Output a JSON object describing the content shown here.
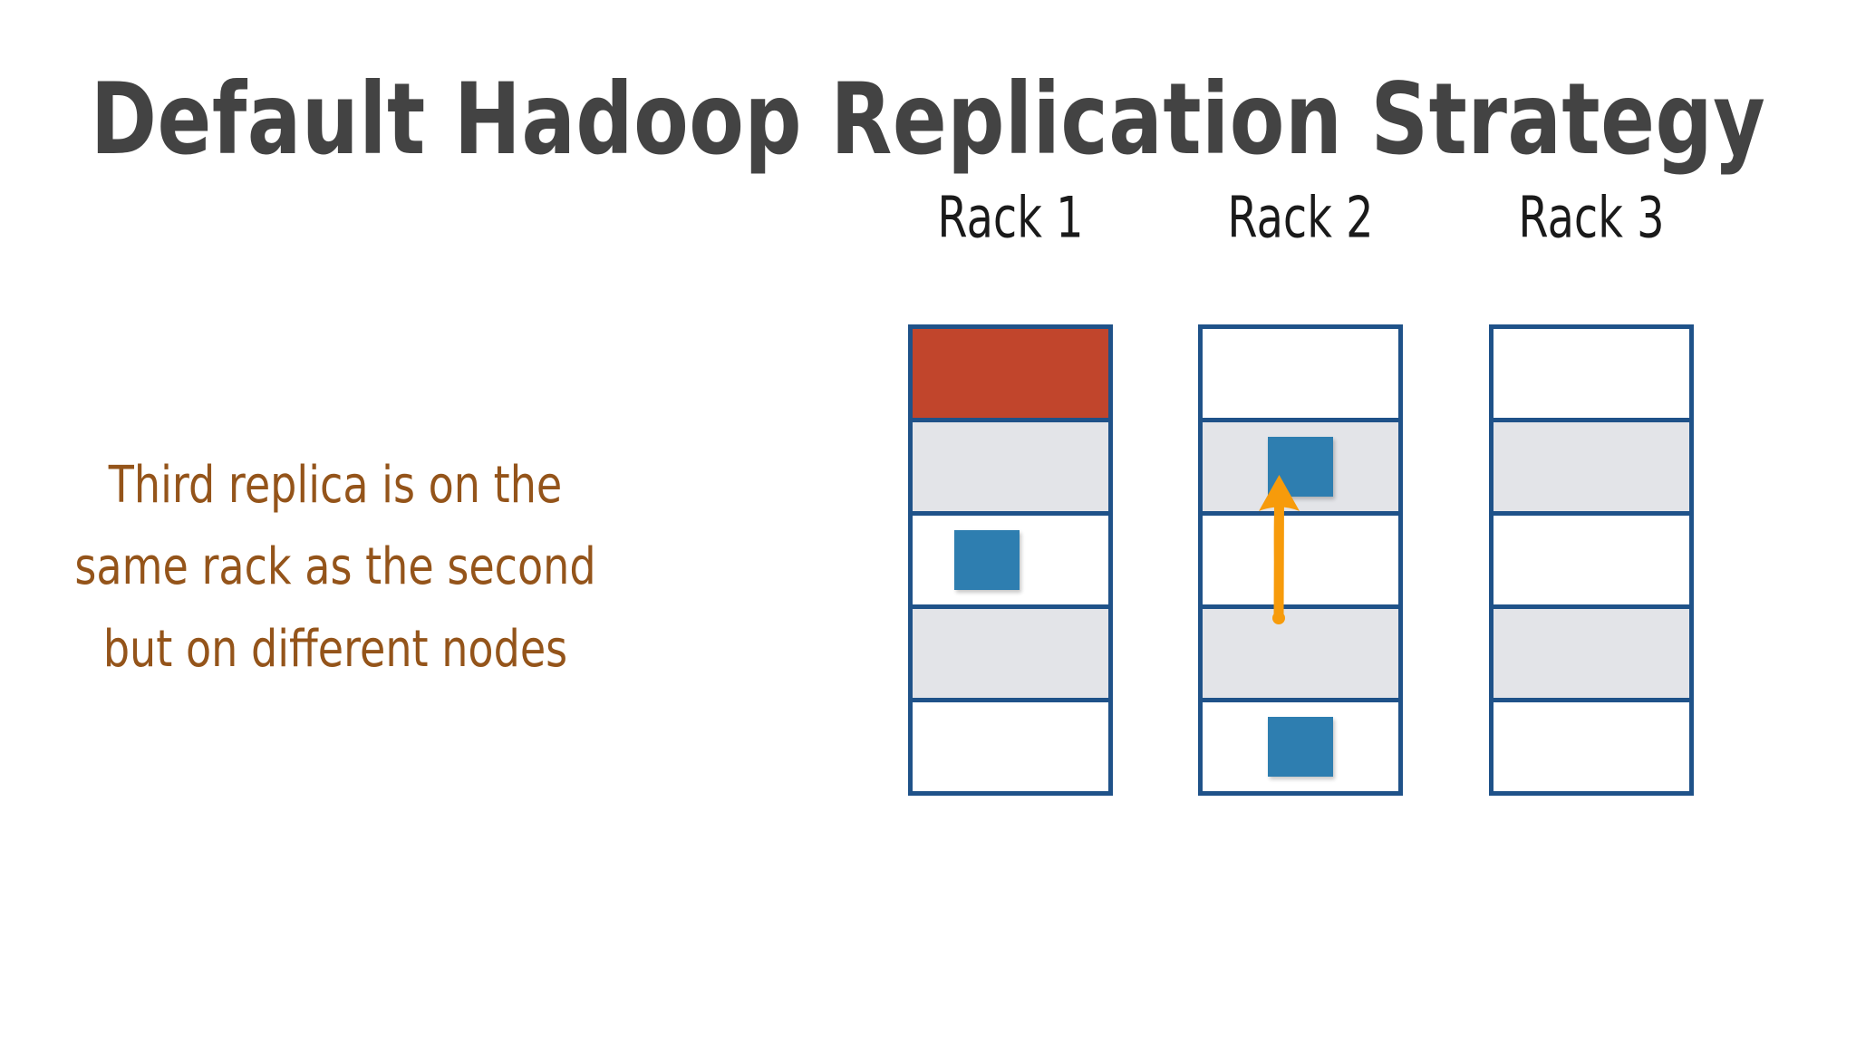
{
  "slide": {
    "title": "Default Hadoop Replication Strategy",
    "caption": "Third replica is on the same rack as the second but on different nodes",
    "background": "#ffffff"
  },
  "colors": {
    "title": "#434343",
    "caption": "#94541A",
    "rack_border": "#1F5289",
    "slot_gray": "#E3E4E8",
    "slot_white": "#ffffff",
    "block_red": "#C1452C",
    "block_blue": "#2E7EB0",
    "arrow_orange": "#F79B0B",
    "label": "#1a1a1a"
  },
  "racks": [
    {
      "label": "Rack 1",
      "slots": [
        {
          "fill": "red",
          "block": null
        },
        {
          "fill": "gray",
          "block": null
        },
        {
          "fill": "white",
          "block": "blue"
        },
        {
          "fill": "gray",
          "block": null
        },
        {
          "fill": "white",
          "block": null
        }
      ]
    },
    {
      "label": "Rack 2",
      "slots": [
        {
          "fill": "white",
          "block": null
        },
        {
          "fill": "gray",
          "block": "blue"
        },
        {
          "fill": "white",
          "block": null
        },
        {
          "fill": "gray",
          "block": null
        },
        {
          "fill": "white",
          "block": "blue"
        }
      ]
    },
    {
      "label": "Rack 3",
      "slots": [
        {
          "fill": "white",
          "block": null
        },
        {
          "fill": "gray",
          "block": null
        },
        {
          "fill": "white",
          "block": null
        },
        {
          "fill": "gray",
          "block": null
        },
        {
          "fill": "white",
          "block": null
        }
      ]
    }
  ],
  "arrow": {
    "name": "replication-arrow",
    "direction": "up",
    "from_rack": "Rack 2",
    "from_slot": 4,
    "to_slot": 2,
    "color": "#F79B0B"
  }
}
